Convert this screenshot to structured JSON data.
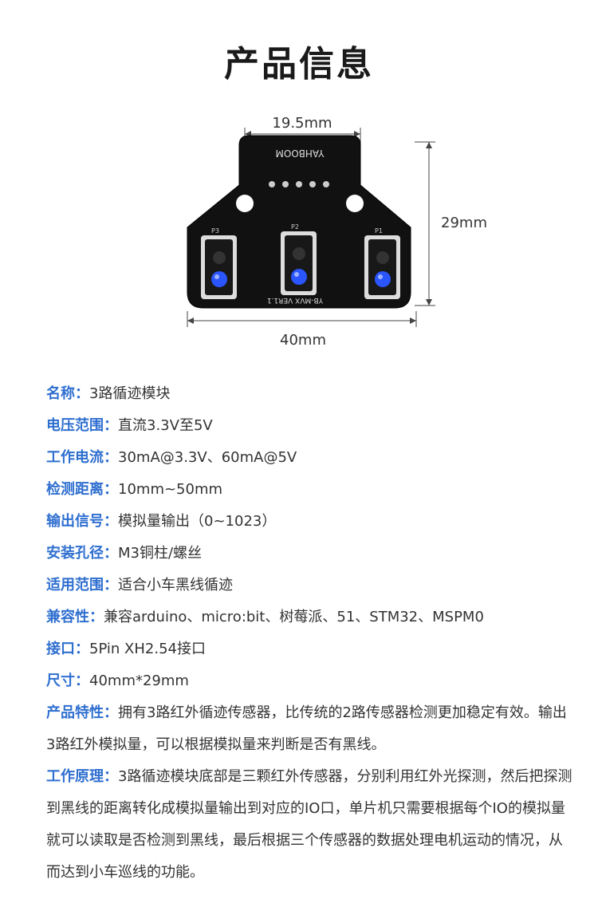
{
  "title": "产品信息",
  "dimensions": {
    "width_top": "19.5mm",
    "height": "29mm",
    "width_bottom": "40mm"
  },
  "board": {
    "brand": "YAHBOOM",
    "version": "YB-MVX  VER1.1",
    "sensor_labels": [
      "P3",
      "P2",
      "P1"
    ]
  },
  "specs": [
    {
      "label": "名称：",
      "value": "3路循迹模块"
    },
    {
      "label": "电压范围：",
      "value": "直流3.3V至5V"
    },
    {
      "label": "工作电流：",
      "value": "30mA@3.3V、60mA@5V"
    },
    {
      "label": "检测距离：",
      "value": "10mm~50mm"
    },
    {
      "label": "输出信号：",
      "value": "模拟量输出（0~1023）"
    },
    {
      "label": "安装孔径：",
      "value": "M3铜柱/螺丝"
    },
    {
      "label": "适用范围：",
      "value": "适合小车黑线循迹"
    },
    {
      "label": "兼容性：",
      "value": "兼容arduino、micro:bit、树莓派、51、STM32、MSPM0"
    },
    {
      "label": "接口：",
      "value": "5Pin XH2.54接口"
    },
    {
      "label": "尺寸：",
      "value": "40mm*29mm"
    }
  ],
  "features": {
    "label": "产品特性：",
    "value": "拥有3路红外循迹传感器，比传统的2路传感器检测更加稳定有效。输出3路红外模拟量，可以根据模拟量来判断是否有黑线。"
  },
  "principle": {
    "label": "工作原理：",
    "value": "3路循迹模块底部是三颗红外传感器，分别利用红外光探测，然后把探测到黑线的距离转化成模拟量输出到对应的IO口，单片机只需要根据每个IO的模拟量就可以读取是否检测到黑线，最后根据三个传感器的数据处理电机运动的情况，从而达到小车巡线的功能。"
  },
  "colors": {
    "label": "#2f6fd0",
    "board": "#111111",
    "led": "#2a55ff"
  }
}
